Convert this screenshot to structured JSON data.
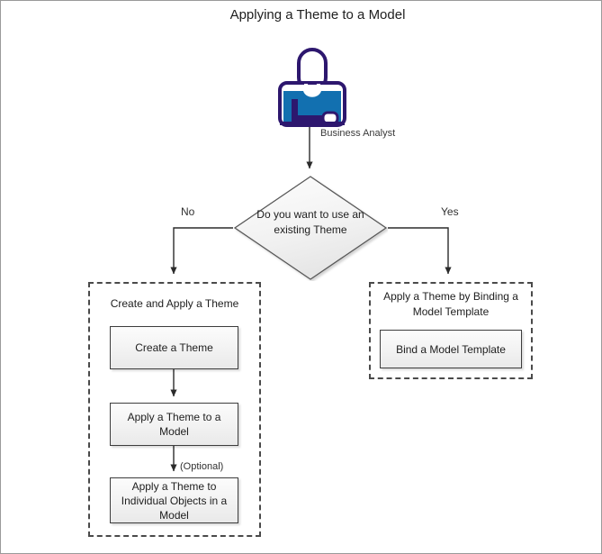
{
  "diagram": {
    "title": "Applying a Theme to a Model",
    "actor": {
      "icon": "business-person-icon",
      "label": "Business Analyst",
      "outline_color": "#2d176e",
      "fill_color": "#1270b0"
    },
    "decision": {
      "text": "Do you want to use an existing Theme",
      "shape": "diamond",
      "fill_color": "#f1f1f1",
      "border_color": "#595959"
    },
    "branches": {
      "no_label": "No",
      "yes_label": "Yes"
    },
    "groups": [
      {
        "id": "create-and-apply",
        "title": "Create and Apply a Theme",
        "steps": [
          {
            "id": "create-a-theme",
            "label": "Create a Theme"
          },
          {
            "id": "apply-a-theme-to-a-model",
            "label": "Apply a Theme to a Model"
          },
          {
            "id": "apply-a-theme-to-individual-objects",
            "label": "Apply a Theme to Individual Objects in a Model"
          }
        ],
        "edge_labels": [
          "(Optional)"
        ]
      },
      {
        "id": "apply-by-binding",
        "title": "Apply a Theme by Binding a Model Template",
        "steps": [
          {
            "id": "bind-a-model-template",
            "label": "Bind a Model Template"
          }
        ],
        "edge_labels": []
      }
    ],
    "edge_label_optional": "(Optional)",
    "colors": {
      "connector": "#2b2b2b",
      "box_border": "#3d3d3d",
      "group_border": "#4a4a4a",
      "page_border": "#9a9a9a"
    }
  }
}
